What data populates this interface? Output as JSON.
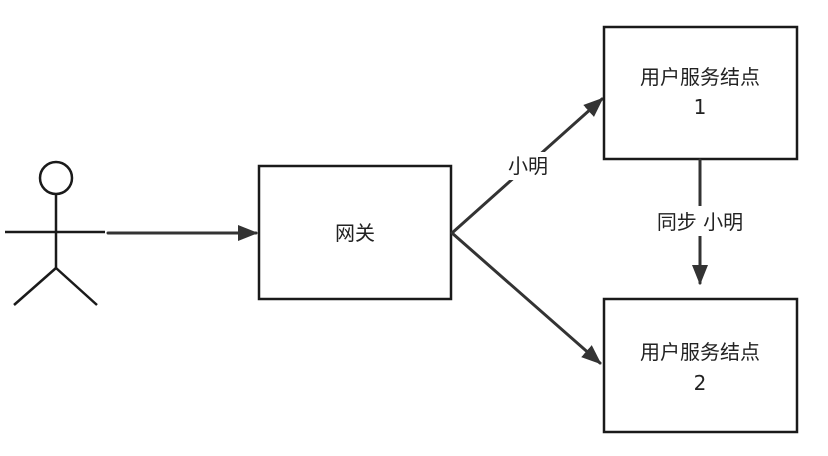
{
  "nodes": {
    "gateway": {
      "label": "网关"
    },
    "service1": {
      "label_line1": "用户服务结点",
      "label_line2": "1"
    },
    "service2": {
      "label_line1": "用户服务结点",
      "label_line2": "2"
    }
  },
  "edges": {
    "gateway_to_service1": {
      "label": "小明"
    },
    "service1_to_service2": {
      "label": "同步 小明"
    }
  }
}
